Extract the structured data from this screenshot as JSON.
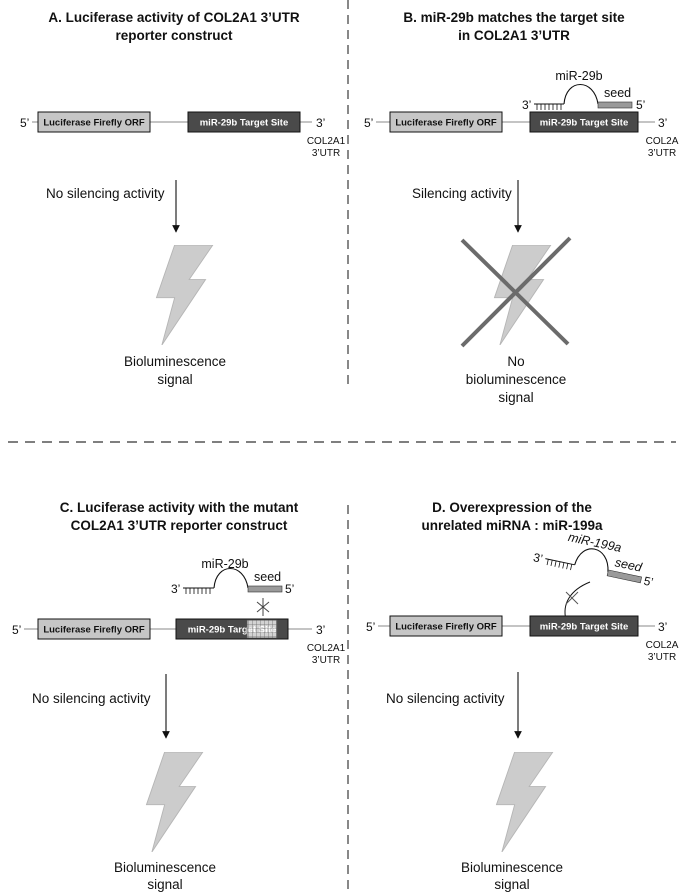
{
  "panels": {
    "a": {
      "title_line1": "A. Luciferase activity of COL2A1 3’UTR",
      "title_line2": "reporter construct",
      "five_prime": "5’",
      "three_prime": "3’",
      "orf_label": "Luciferase Firefly ORF",
      "target_label": "miR-29b Target Site",
      "utr_line1": "COL2A1",
      "utr_line2": "3’UTR",
      "activity": "No silencing activity",
      "signal_line1": "Bioluminescence",
      "signal_line2": "signal"
    },
    "b": {
      "title_line1": "B. miR-29b matches the target site",
      "title_line2": "in COL2A1 3’UTR",
      "mirna_label": "miR-29b",
      "seed_label": "seed",
      "mirna_3prime": "3’",
      "mirna_5prime": "5’",
      "five_prime": "5’",
      "three_prime": "3’",
      "orf_label": "Luciferase Firefly ORF",
      "target_label": "miR-29b Target Site",
      "utr_line1": "COL2A",
      "utr_line2": "3’UTR",
      "activity": "Silencing activity",
      "signal_line1": "No",
      "signal_line2": "bioluminescence",
      "signal_line3": "signal"
    },
    "c": {
      "title_line1": "C. Luciferase activity with the mutant",
      "title_line2": "COL2A1 3’UTR reporter construct",
      "mirna_label": "miR-29b",
      "seed_label": "seed",
      "mirna_3prime": "3’",
      "mirna_5prime": "5’",
      "five_prime": "5’",
      "three_prime": "3’",
      "orf_label": "Luciferase Firefly ORF",
      "target_label": "miR-29b Target Site",
      "utr_line1": "COL2A1",
      "utr_line2": "3’UTR",
      "activity": "No silencing activity",
      "signal_line1": "Bioluminescence",
      "signal_line2": "signal"
    },
    "d": {
      "title_line1": "D. Overexpression of the",
      "title_line2": "unrelated miRNA : miR-199a",
      "mirna_label": "miR-199a",
      "seed_label": "seed",
      "mirna_3prime": "3’",
      "mirna_5prime": "5’",
      "five_prime": "5’",
      "three_prime": "3’",
      "orf_label": "Luciferase Firefly ORF",
      "target_label": "miR-29b Target Site",
      "utr_line1": "COL2A",
      "utr_line2": "3’UTR",
      "activity": "No silencing activity",
      "signal_line1": "Bioluminescence",
      "signal_line2": "signal"
    }
  },
  "colors": {
    "orf_box": "#c6c6c6",
    "target_box": "#4a4a4a",
    "bolt": "#cccccc",
    "cross": "#6b6b6b",
    "seed": "#9a9a9a",
    "divider": "#555555"
  }
}
